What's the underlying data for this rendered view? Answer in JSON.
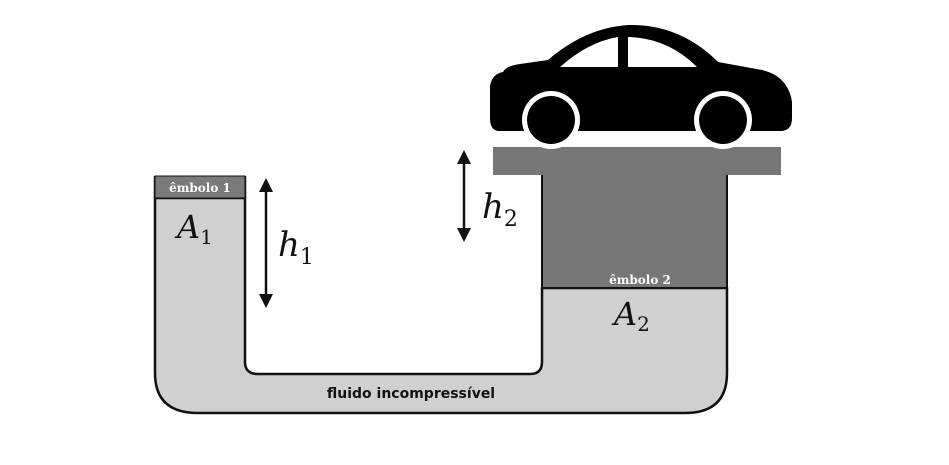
{
  "piston1": {
    "label": "êmbolo 1",
    "area_symbol": "A",
    "area_subscript": "1"
  },
  "piston2": {
    "label": "êmbolo 2",
    "area_symbol": "A",
    "area_subscript": "2"
  },
  "height1": {
    "symbol": "h",
    "subscript": "1"
  },
  "height2": {
    "symbol": "h",
    "subscript": "2"
  },
  "fluid": {
    "label": "fluido incompressível"
  },
  "colors": {
    "fluid": "#d0d0d0",
    "piston": "#7a7a7a",
    "platform": "#777777",
    "car": "#000000",
    "outline": "#111111"
  }
}
